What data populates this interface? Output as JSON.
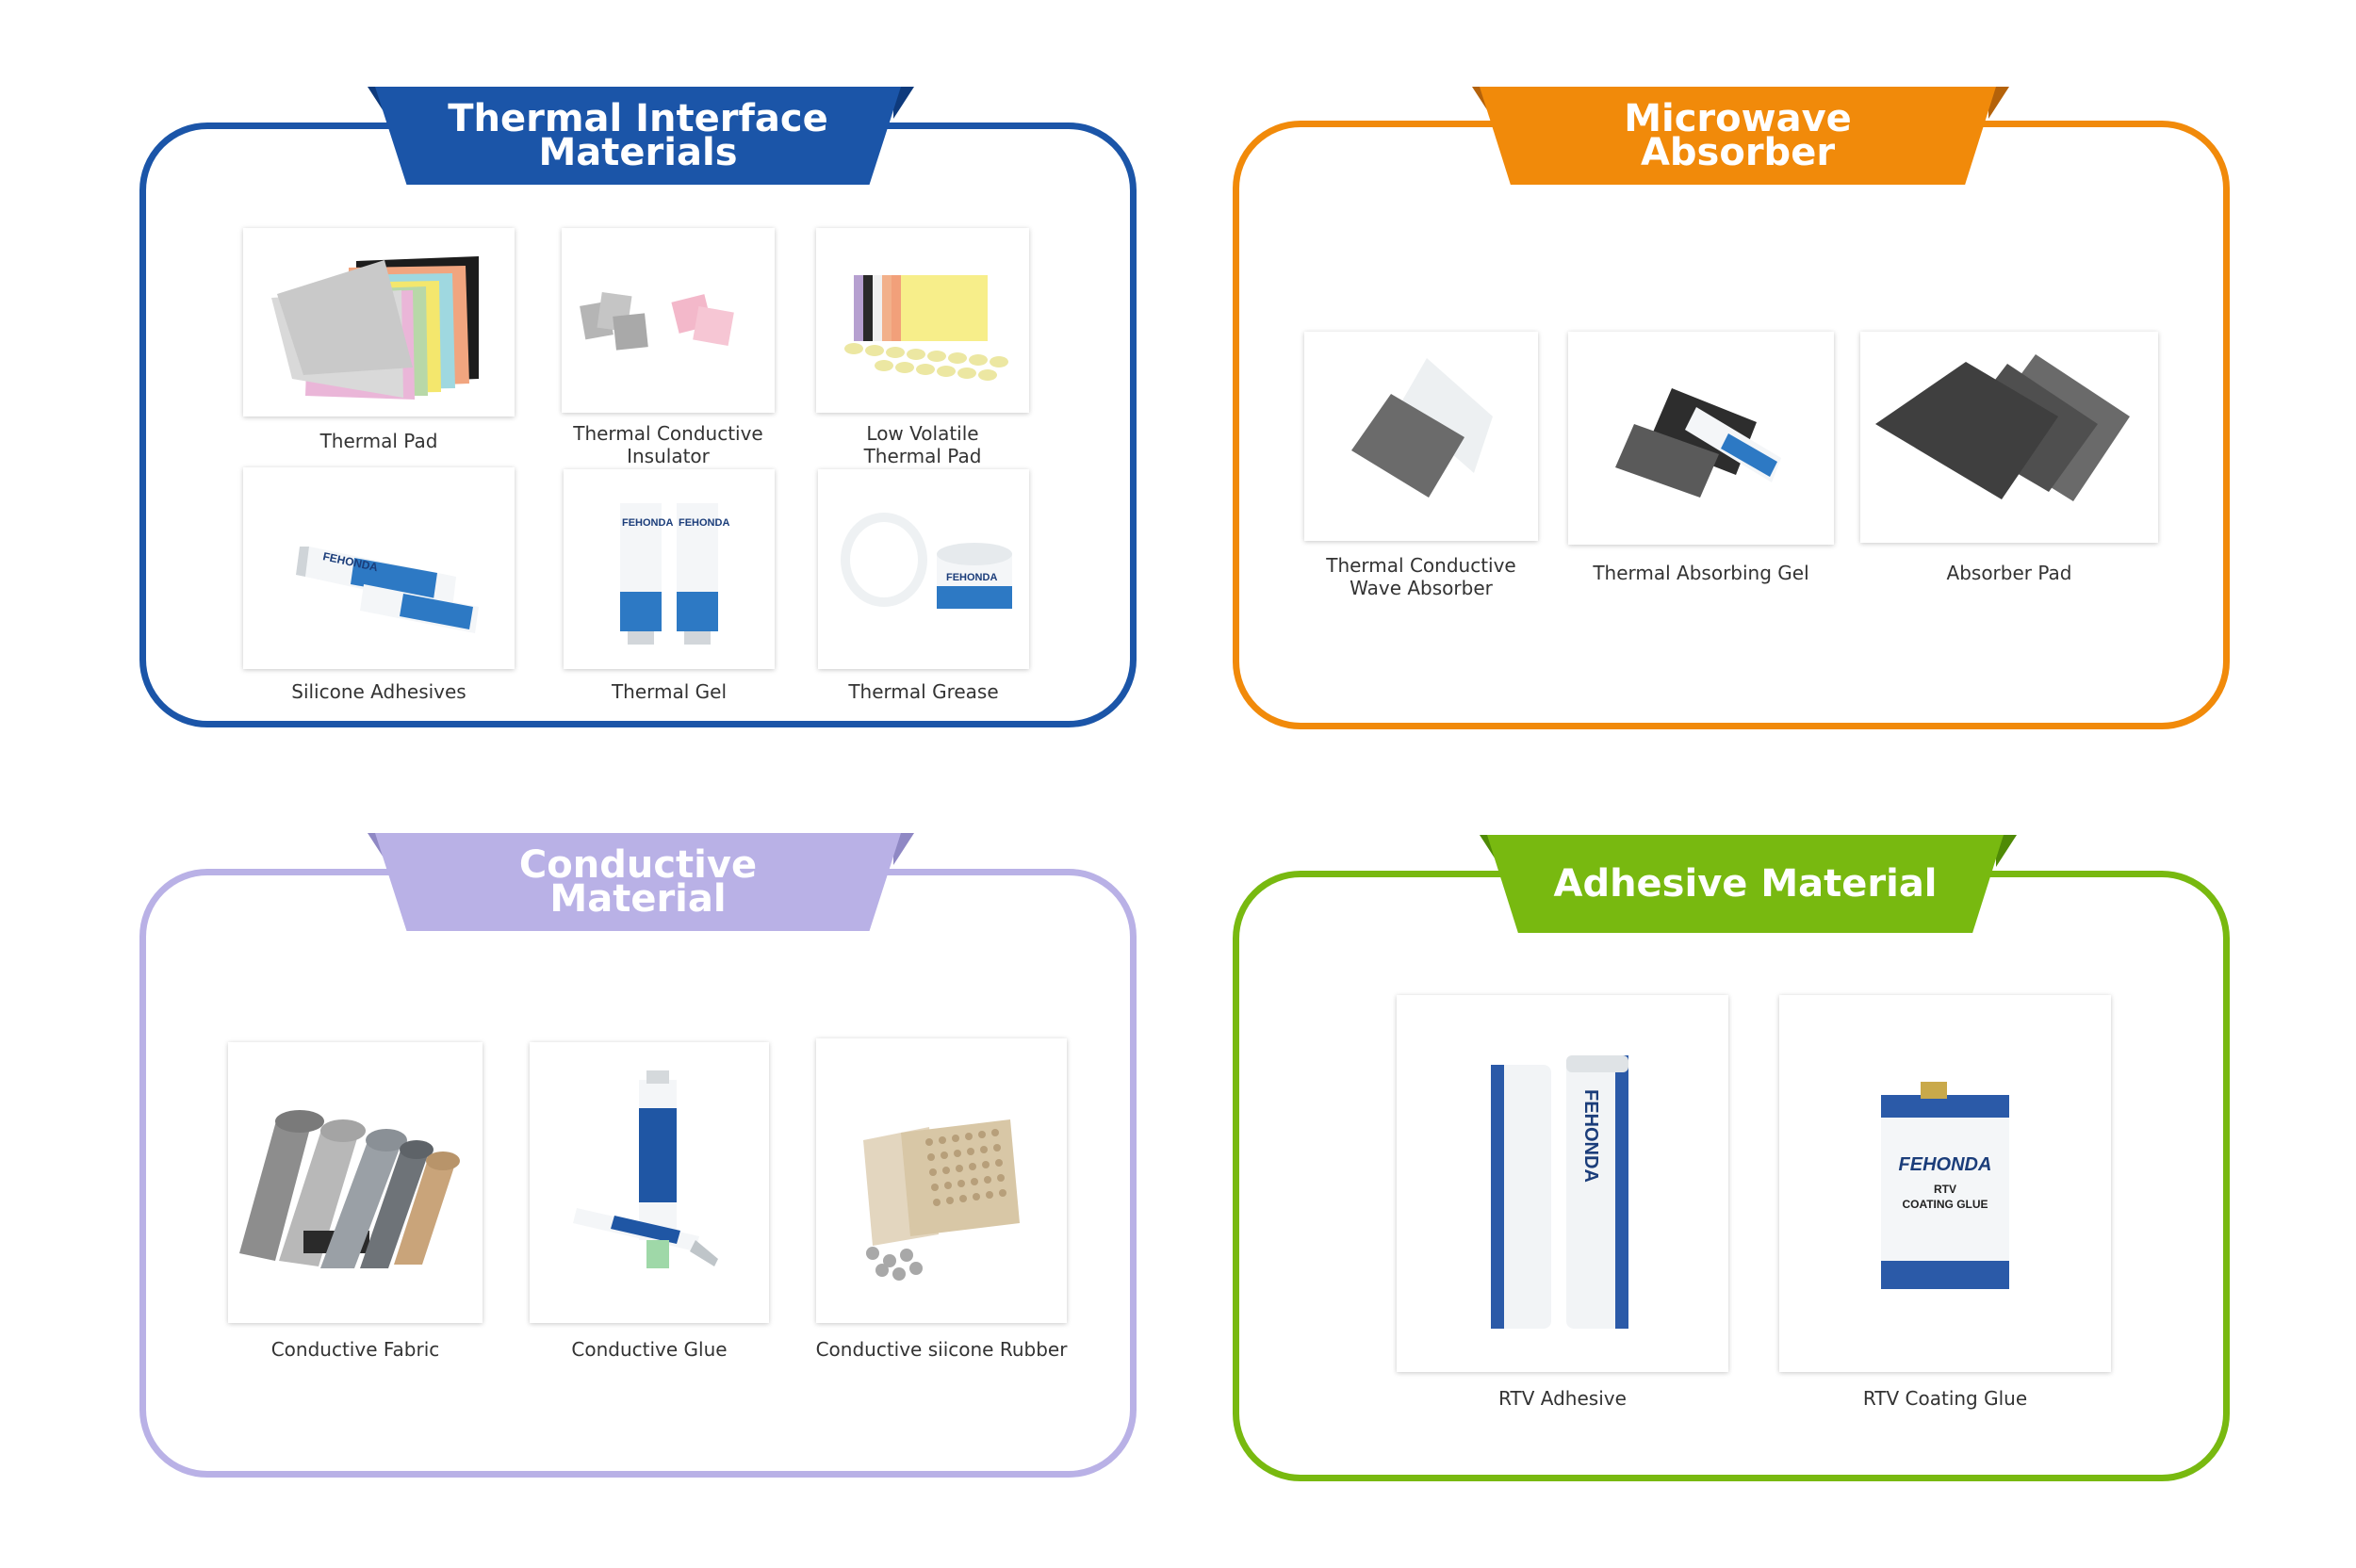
{
  "colors": {
    "thermal": "#1b55a8",
    "microwave": "#f18a0a",
    "conductive": "#b9b1e6",
    "adhesive": "#78b910"
  },
  "sections": {
    "thermal": {
      "title": "Thermal Interface\nMaterials",
      "products": [
        {
          "label": "Thermal Pad",
          "icon": "thermal-pad-image"
        },
        {
          "label": "Thermal Conductive\nInsulator",
          "icon": "insulator-image"
        },
        {
          "label": "Low Volatile\nThermal Pad",
          "icon": "low-volatile-pad-image"
        },
        {
          "label": "Silicone Adhesives",
          "icon": "silicone-tube-image"
        },
        {
          "label": "Thermal Gel",
          "icon": "gel-cartridge-image"
        },
        {
          "label": "Thermal Grease",
          "icon": "grease-jar-image"
        }
      ]
    },
    "microwave": {
      "title": "Microwave Absorber",
      "products": [
        {
          "label": "Thermal Conductive\nWave Absorber",
          "icon": "wave-absorber-image"
        },
        {
          "label": "Thermal Absorbing Gel",
          "icon": "absorbing-gel-image"
        },
        {
          "label": "Absorber Pad",
          "icon": "absorber-pad-image"
        }
      ]
    },
    "conductive": {
      "title": "Conductive Material",
      "products": [
        {
          "label": "Conductive Fabric",
          "icon": "fabric-rolls-image"
        },
        {
          "label": "Conductive Glue",
          "icon": "glue-syringe-image"
        },
        {
          "label": "Conductive siicone Rubber",
          "icon": "rubber-sheets-image"
        }
      ]
    },
    "adhesive": {
      "title": "Adhesive Material",
      "products": [
        {
          "label": "RTV Adhesive",
          "icon": "rtv-cartridge-image"
        },
        {
          "label": "RTV Coating Glue",
          "icon": "coating-can-image"
        }
      ]
    }
  },
  "brand": {
    "name": "FEHONDA",
    "can_text_1": "RTV",
    "can_text_2": "COATING GLUE"
  }
}
